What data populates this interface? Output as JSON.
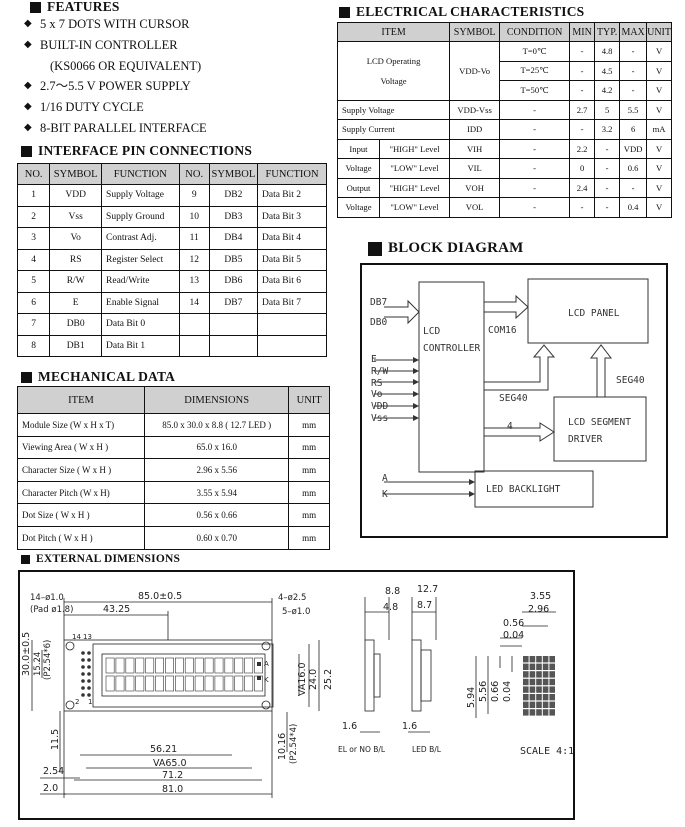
{
  "features": {
    "title": "FEATURES",
    "items": [
      {
        "text": "5 x 7 DOTS WITH CURSOR",
        "bullet": true
      },
      {
        "text": "BUILT-IN CONTROLLER",
        "bullet": true
      },
      {
        "text": "(KS0066 OR EQUIVALENT)",
        "bullet": false
      },
      {
        "text": "2.7～5.5 V POWER SUPPLY",
        "bullet": true
      },
      {
        "text": "1/16 DUTY CYCLE",
        "bullet": true
      },
      {
        "text": "8-BIT PARALLEL INTERFACE",
        "bullet": true
      }
    ]
  },
  "pins": {
    "title": "INTERFACE PIN CONNECTIONS",
    "headers": [
      "NO.",
      "SYMBOL",
      "FUNCTION",
      "NO.",
      "SYMBOL",
      "FUNCTION"
    ],
    "rows": [
      [
        "1",
        "VDD",
        "Supply Voltage",
        "9",
        "DB2",
        "Data Bit 2"
      ],
      [
        "2",
        "Vss",
        "Supply Ground",
        "10",
        "DB3",
        "Data Bit 3"
      ],
      [
        "3",
        "Vo",
        "Contrast Adj.",
        "11",
        "DB4",
        "Data Bit 4"
      ],
      [
        "4",
        "RS",
        "Register Select",
        "12",
        "DB5",
        "Data Bit 5"
      ],
      [
        "5",
        "R/W",
        "Read/Write",
        "13",
        "DB6",
        "Data Bit 6"
      ],
      [
        "6",
        "E",
        "Enable Signal",
        "14",
        "DB7",
        "Data Bit 7"
      ],
      [
        "7",
        "DB0",
        "Data Bit 0",
        "",
        "",
        ""
      ],
      [
        "8",
        "DB1",
        "Data Bit 1",
        "",
        "",
        ""
      ]
    ]
  },
  "electrical": {
    "title": "ELECTRICAL CHARACTERISTICS",
    "headers": [
      "ITEM",
      "SYMBOL",
      "CONDITION",
      "MIN",
      "TYP.",
      "MAX",
      "UNIT"
    ],
    "lcd_item_a": "LCD Operating",
    "lcd_item_b": "Voltage",
    "lcd_symbol": "VDD-Vo",
    "lcd_rows": [
      [
        "T=0℃",
        "-",
        "4.8",
        "-",
        "V"
      ],
      [
        "T=25℃",
        "-",
        "4.5",
        "-",
        "V"
      ],
      [
        "T=50℃",
        "-",
        "4.2",
        "-",
        "V"
      ]
    ],
    "rows": [
      [
        "Supply Voltage",
        "VDD-Vss",
        "-",
        "2.7",
        "5",
        "5.5",
        "V"
      ],
      [
        "Supply Current",
        "IDD",
        "-",
        "-",
        "3.2",
        "6",
        "mA"
      ]
    ],
    "input_label": [
      "Input",
      "Voltage"
    ],
    "output_label": [
      "Output",
      "Voltage"
    ],
    "input_rows": [
      [
        "\"HIGH\" Level",
        "VIH",
        "-",
        "2.2",
        "-",
        "VDD",
        "V"
      ],
      [
        "\"LOW\" Level",
        "VIL",
        "-",
        "0",
        "-",
        "0.6",
        "V"
      ]
    ],
    "output_rows": [
      [
        "\"HIGH\" Level",
        "VOH",
        "-",
        "2.4",
        "-",
        "-",
        "V"
      ],
      [
        "\"LOW\" Level",
        "VOL",
        "-",
        "-",
        "-",
        "0.4",
        "V"
      ]
    ]
  },
  "mechanical": {
    "title": "MECHANICAL DATA",
    "headers": [
      "ITEM",
      "DIMENSIONS",
      "UNIT"
    ],
    "rows": [
      [
        "Module Size (W x H x T)",
        "85.0 x 30.0 x 8.8 ( 12.7 LED )",
        "mm"
      ],
      [
        "Viewing Area ( W x H )",
        "65.0 x 16.0",
        "mm"
      ],
      [
        "Character Size ( W x H )",
        "2.96 x 5.56",
        "mm"
      ],
      [
        "Character Pitch (W x H)",
        "3.55 x 5.94",
        "mm"
      ],
      [
        "Dot Size ( W x H )",
        "0.56 x 0.66",
        "mm"
      ],
      [
        "Dot Pitch ( W x H )",
        "0.60 x 0.70",
        "mm"
      ]
    ]
  },
  "block": {
    "title": "BLOCK DIAGRAM",
    "db7": "DB7",
    "db0": "DB0",
    "signals": [
      "E",
      "R/W",
      "RS",
      "Vo",
      "VDD",
      "Vss"
    ],
    "lcd_controller_1": "LCD",
    "lcd_controller_2": "CONTROLLER",
    "com16": "COM16",
    "lcd_panel": "LCD PANEL",
    "seg40_a": "SEG40",
    "seg40_b": "SEG40",
    "four": "4",
    "seg_driver_1": "LCD SEGMENT",
    "seg_driver_2": "DRIVER",
    "a": "A",
    "k": "K",
    "led_backlight": "LED BACKLIGHT"
  },
  "external": {
    "title": "EXTERNAL DIMENSIONS",
    "d_85": "85.0±0.5",
    "d_43": "43.25",
    "d_14": "14–ø1.0",
    "d_pad": "(Pad ø1.8)",
    "d_4": "4–ø2.5",
    "d_5": "5–ø1.0",
    "d_30": "30.0±0.5",
    "d_15": "15.24",
    "d_p254": "(P2.54*6)",
    "d_11": "11.5",
    "d_56": "56.21",
    "d_va": "VA65.0",
    "d_71": "71.2",
    "d_81": "81.0",
    "d_254": "2.54",
    "d_20": "2.0",
    "d_va16": "VA16.0",
    "d_240": "24.0",
    "d_252": "25.2",
    "d_1016": "10.16",
    "d_p2544": "(P2.54*4)",
    "pin14": "14",
    "pin13": "13",
    "pin1": "1",
    "pin2": "2",
    "pinA": "A",
    "pinK": "K",
    "d_88": "8.8",
    "d_48": "4.8",
    "d_127": "12.7",
    "d_87": "8.7",
    "d_16a": "1.6",
    "d_16b": "1.6",
    "el_label": "EL or NO B/L",
    "led_label": "LED B/L",
    "d_355": "3.55",
    "d_296": "2.96",
    "d_056": "0.56",
    "d_004a": "0.04",
    "d_594": "5.94",
    "d_556": "5.56",
    "d_066": "0.66",
    "d_004b": "0.04",
    "scale": "SCALE 4:1"
  }
}
